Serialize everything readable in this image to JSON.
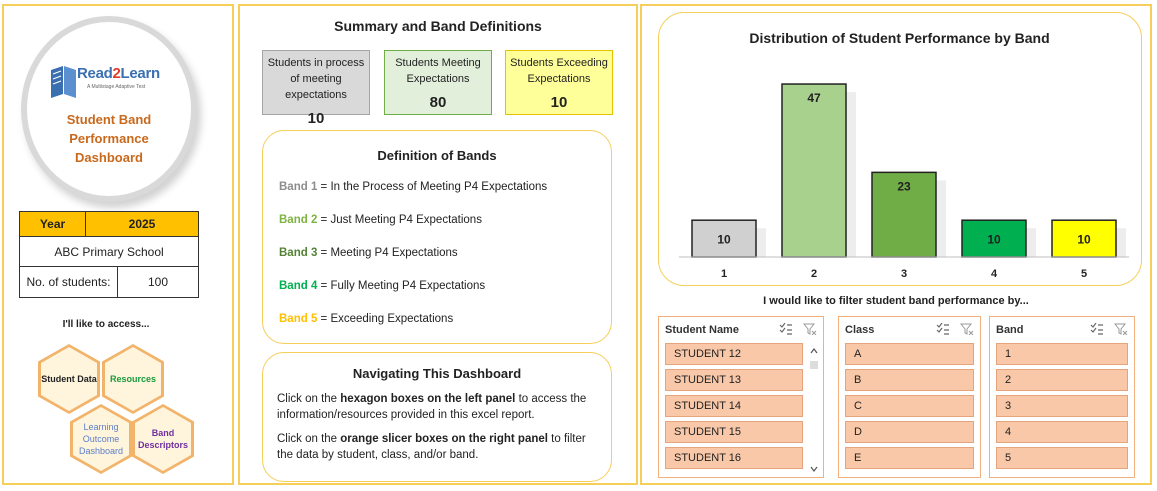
{
  "brand": {
    "logo_word_a": "Read",
    "logo_word_b": "2",
    "logo_word_c": "Learn",
    "logo_tagline": "A Multistage Adaptive Test",
    "dashboard_title_l1": "Student Band",
    "dashboard_title_l2": "Performance",
    "dashboard_title_l3": "Dashboard"
  },
  "info": {
    "year_label": "Year",
    "year_value": "2025",
    "school": "ABC Primary School",
    "students_label": "No. of students:",
    "students_value": "100"
  },
  "access": {
    "label": "I'll like to access...",
    "hexagons": [
      {
        "label": "Student Data",
        "color": "#222222"
      },
      {
        "label": "Resources",
        "color": "#1a9b3b"
      },
      {
        "label": "Learning Outcome Dashboard",
        "color": "#5b7fc7"
      },
      {
        "label": "Band Descriptors",
        "color": "#7030a0"
      }
    ]
  },
  "summary": {
    "title": "Summary and Band Definitions",
    "boxes": [
      {
        "label": "Students in process of meeting expectations",
        "value": "10",
        "bg": "#d9d9d9",
        "border": "#a6a6a6"
      },
      {
        "label": "Students Meeting Expectations",
        "value": "80",
        "bg": "#e2efda",
        "border": "#70ad47"
      },
      {
        "label": "Students Exceeding Expectations",
        "value": "10",
        "bg": "#ffff99",
        "border": "#e6c200"
      }
    ]
  },
  "definitions": {
    "title": "Definition of Bands",
    "items": [
      {
        "band": "Band 1",
        "text": " = In the Process of Meeting P4 Expectations",
        "color": "#8c8c8c"
      },
      {
        "band": "Band 2",
        "text": " = Just Meeting P4 Expectations",
        "color": "#7cb342"
      },
      {
        "band": "Band 3",
        "text": " = Meeting P4 Expectations",
        "color": "#548235"
      },
      {
        "band": "Band 4",
        "text": " = Fully Meeting P4 Expectations",
        "color": "#00b050"
      },
      {
        "band": "Band 5",
        "text": " = Exceeding Expectations",
        "color": "#ffc000"
      }
    ]
  },
  "navigation": {
    "title": "Navigating This Dashboard",
    "p1_a": "Click on the ",
    "p1_b": "hexagon boxes on the left panel",
    "p1_c": " to access the information/resources provided in this excel report.",
    "p2_a": "Click on the ",
    "p2_b": "orange slicer boxes on the right panel",
    "p2_c": " to filter the data by student, class, and/or band."
  },
  "chart_data": {
    "type": "bar",
    "title": "Distribution of Student Performance by Band",
    "categories": [
      "1",
      "2",
      "3",
      "4",
      "5"
    ],
    "values": [
      10,
      47,
      23,
      10,
      10
    ],
    "colors": [
      "#d0d0d0",
      "#a9d18e",
      "#70ad47",
      "#00b050",
      "#ffff00"
    ],
    "ylim": [
      0,
      50
    ],
    "grid": false,
    "legend": "none"
  },
  "filter": {
    "label": "I would like to filter student band performance by...",
    "slicers": [
      {
        "title": "Student Name",
        "items": [
          "STUDENT 12",
          "STUDENT 13",
          "STUDENT 14",
          "STUDENT 15",
          "STUDENT 16"
        ]
      },
      {
        "title": "Class",
        "items": [
          "A",
          "B",
          "C",
          "D",
          "E"
        ]
      },
      {
        "title": "Band",
        "items": [
          "1",
          "2",
          "3",
          "4",
          "5"
        ]
      }
    ]
  }
}
